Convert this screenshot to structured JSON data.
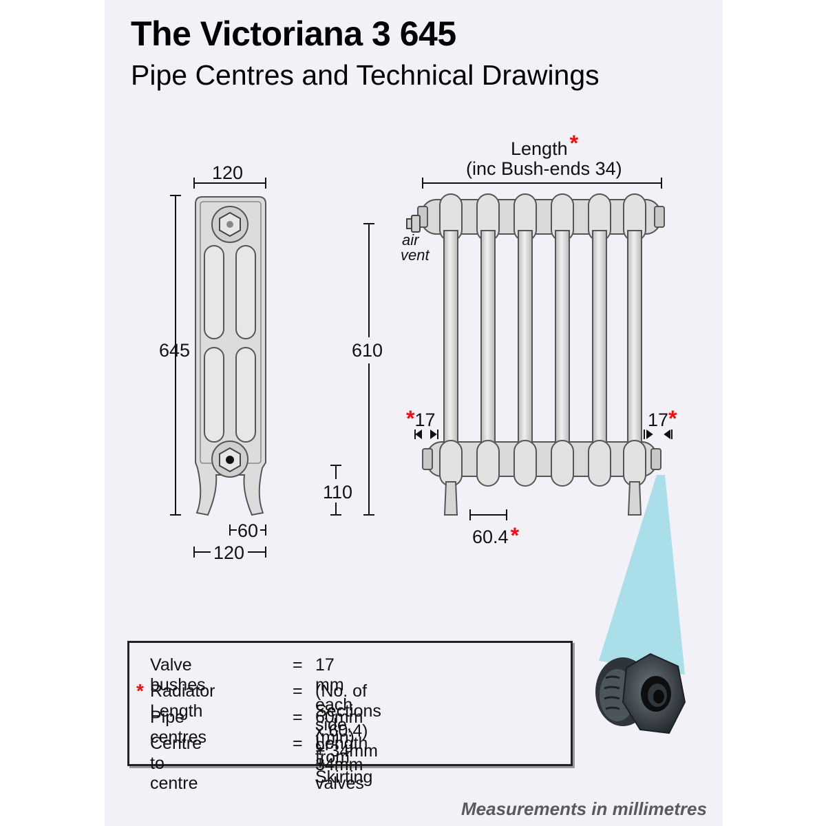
{
  "title": "The Victoriana 3 645",
  "subtitle": "Pipe Centres and Technical Drawings",
  "side_view": {
    "top_width": "120",
    "height": "645",
    "pipe_offset": "60",
    "bottom_width": "120"
  },
  "front_view": {
    "length_label": "Length",
    "length_note": "(inc Bush-ends 34)",
    "air_vent_line1": "air",
    "air_vent_line2": "vent",
    "centre_height": "610",
    "leg_height": "110",
    "bush_left": "17",
    "bush_right": "17",
    "section_width": "60.4",
    "star": "*"
  },
  "notes": {
    "mark": "*",
    "rows": [
      {
        "label": "Valve bushes",
        "eq": "=",
        "value": "17 mm each side, or 34mm"
      },
      {
        "label": "Radiator Length",
        "eq": "=",
        "value": "(No. of Sections x 60.4) + 34mm"
      },
      {
        "label": "Pipe centres",
        "eq": "=",
        "value": "60mm (min) from  Skirting"
      },
      {
        "label": "Centre to centre",
        "eq": "=",
        "value": "Length + valves"
      }
    ]
  },
  "footer": "Measurements in millimetres",
  "colors": {
    "panel": "#f3f1f8",
    "accent_star": "#e11111",
    "radiator": "#dcdcdc",
    "callout": "#9fdbe6"
  }
}
